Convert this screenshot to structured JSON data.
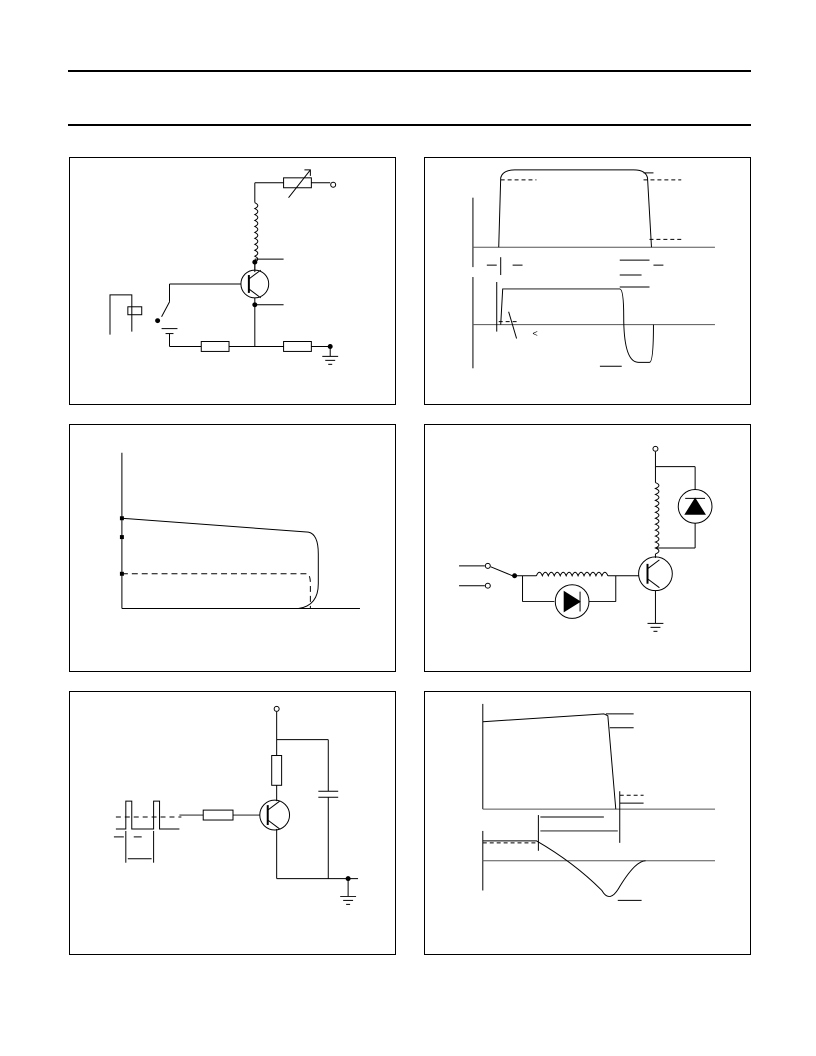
{
  "page": {
    "header_rule_top": "",
    "header_rule_bottom": ""
  },
  "figures": [
    {
      "id": "fig1",
      "kind": "test-circuit-switching",
      "label_markers": [
        "<"
      ]
    },
    {
      "id": "fig2",
      "kind": "switching-waveforms"
    },
    {
      "id": "fig3",
      "kind": "safe-operating-area"
    },
    {
      "id": "fig4",
      "kind": "test-circuit-diode-clamp"
    },
    {
      "id": "fig5",
      "kind": "test-circuit-pulse"
    },
    {
      "id": "fig6",
      "kind": "switching-waveforms-2"
    }
  ],
  "colors": {
    "line": "#000000",
    "grid": "#555555",
    "background": "#ffffff"
  }
}
